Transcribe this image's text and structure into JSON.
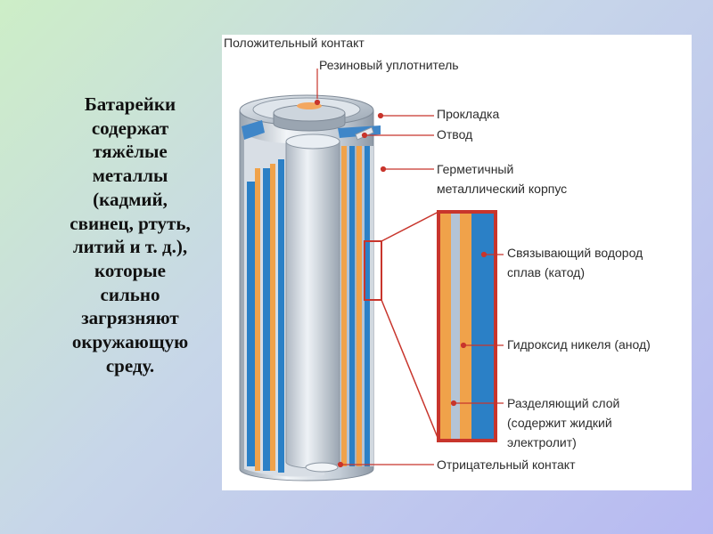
{
  "slide_text": [
    "Батарейки",
    "содержат",
    "тяжёлые",
    "металлы",
    "(кадмий,",
    "свинец, ртуть,",
    "литий и т. д.),",
    "которые",
    "сильно",
    "загрязняют",
    "окружающую",
    "среду."
  ],
  "labels": {
    "positive_contact": "Положительный контакт",
    "rubber_seal": "Резиновый уплотнитель",
    "gasket": "Прокладка",
    "tap": "Отвод",
    "case_line1": "Герметичный",
    "case_line2": "металлический корпус",
    "cathode_line1": "Связывающий водород",
    "cathode_line2": "сплав (катод)",
    "anode": "Гидроксид никеля (анод)",
    "separator_line1": "Разделяющий слой",
    "separator_line2": "(содержит жидкий",
    "separator_line3": "электролит)",
    "negative_contact": "Отрицательный контакт"
  },
  "colors": {
    "leader": "#c8352c",
    "highlight_box": "#c8352c",
    "cathode_layer": "#2b80c6",
    "anode_layer": "#f0a24a",
    "separator_layer": "#b4c4d6",
    "casing": "#c9d1da"
  }
}
